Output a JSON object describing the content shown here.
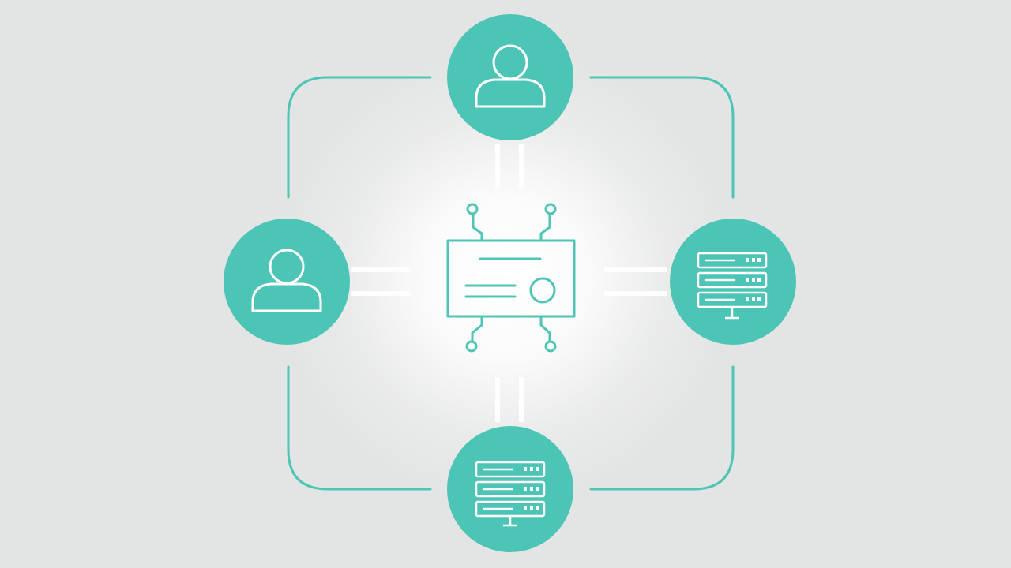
{
  "diagram": {
    "hub": {
      "icon": "network-chip-card-icon"
    },
    "nodes": [
      {
        "id": "top",
        "icon": "user-icon"
      },
      {
        "id": "left",
        "icon": "user-icon"
      },
      {
        "id": "right",
        "icon": "server-rack-icon"
      },
      {
        "id": "bottom",
        "icon": "server-rack-icon"
      }
    ]
  },
  "colors": {
    "accent": "#4cc4b6",
    "accent_line": "#4ec5b5",
    "background": "#e3e4e4",
    "glow": "#ffffff"
  }
}
